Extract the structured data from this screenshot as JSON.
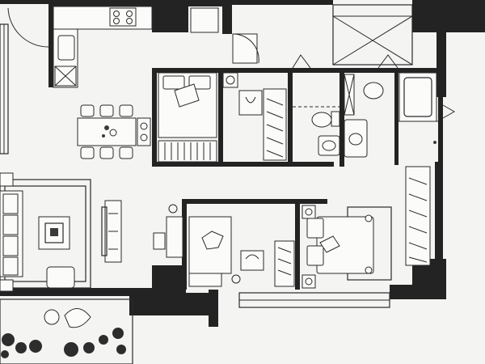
{
  "plan": {
    "colors": {
      "wall": "#232323",
      "floor": "#f4f4f2",
      "furniture": "#fbfbfa"
    },
    "rooms": [
      {
        "id": "kitchen"
      },
      {
        "id": "dining"
      },
      {
        "id": "living-room"
      },
      {
        "id": "balcony"
      },
      {
        "id": "bedroom-1"
      },
      {
        "id": "bedroom-2"
      },
      {
        "id": "master-bedroom"
      },
      {
        "id": "bathroom-1"
      },
      {
        "id": "bathroom-2"
      },
      {
        "id": "entry-hall"
      }
    ],
    "dining_chairs": 6,
    "sofa_cushions": 4
  }
}
